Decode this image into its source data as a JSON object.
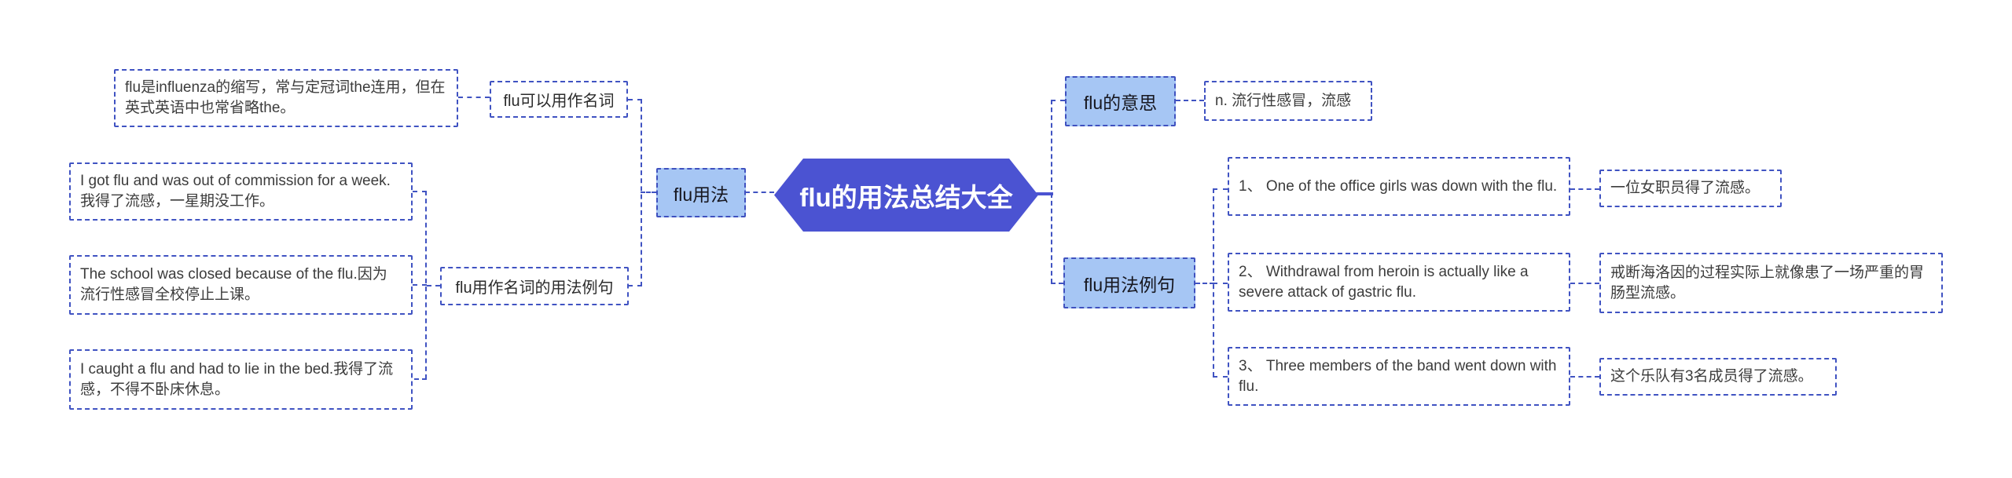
{
  "root": {
    "label": "flu的用法总结大全"
  },
  "left_branch": {
    "topic": {
      "label": "flu用法"
    },
    "noun_usage": {
      "label": "flu可以用作名词",
      "note": "flu是influenza的缩写，常与定冠词the连用，但在英式英语中也常省略the。"
    },
    "noun_examples": {
      "label": "flu用作名词的用法例句",
      "examples": [
        "I got flu and was out of commission for a week.我得了流感，一星期没工作。",
        "The school was closed because of the flu.因为流行性感冒全校停止上课。",
        "I caught a flu and had to lie in the bed.我得了流感，不得不卧床休息。"
      ]
    }
  },
  "right_branch": {
    "meaning": {
      "label": "flu的意思",
      "definition": "n. 流行性感冒，流感"
    },
    "usage_examples": {
      "label": "flu用法例句",
      "items": [
        {
          "en": "1、 One of the office girls was down with the flu.",
          "zh": "一位女职员得了流感。"
        },
        {
          "en": "2、 Withdrawal from heroin is actually like a severe attack of gastric flu.",
          "zh": "戒断海洛因的过程实际上就像患了一场严重的胃肠型流感。"
        },
        {
          "en": "3、 Three members of the band went down with flu.",
          "zh": "这个乐队有3名成员得了流感。"
        }
      ]
    }
  },
  "colors": {
    "dashed_border": "#4053c2",
    "topic_fill": "#a6c6f4",
    "root_fill": "#4b53d2",
    "root_text": "#ffffff",
    "leaf_text": "#3c3c3c"
  }
}
